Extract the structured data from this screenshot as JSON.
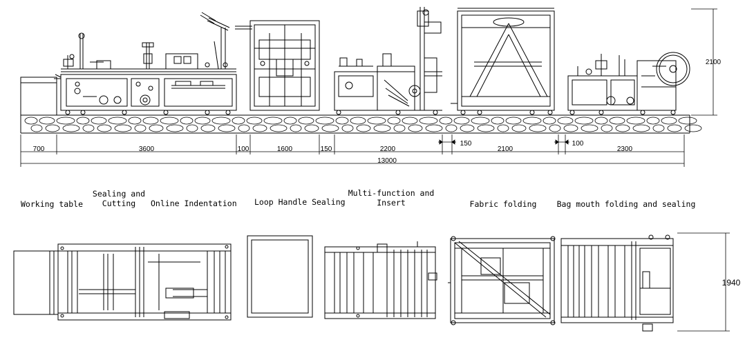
{
  "dimensions": {
    "segments": [
      "700",
      "3600",
      "100",
      "1600",
      "150",
      "2200",
      "150",
      "2100",
      "100",
      "2300"
    ],
    "total": "13000",
    "height": "2100",
    "width": "1940"
  },
  "stations": {
    "working_table": "Working table",
    "sealing_cutting_line1": "Sealing and",
    "sealing_cutting_line2": "Cutting",
    "online_indentation": "Online Indentation",
    "loop_handle": "Loop Handle Sealing",
    "multifunction_line1": "Multi-function and",
    "multifunction_line2": "Insert",
    "fabric_folding": "Fabric folding",
    "bag_mouth": "Bag mouth folding and sealing"
  }
}
